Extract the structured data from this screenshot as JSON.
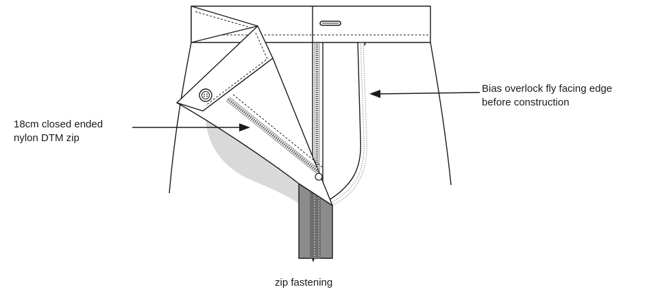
{
  "labels": {
    "bias_facing": [
      "Bias overlock fly facing edge",
      "before construction"
    ],
    "zip_spec": [
      "18cm closed ended",
      "nylon DTM zip"
    ],
    "zip_fastening": "zip fastening"
  },
  "colors": {
    "outline": "#1a1a1a",
    "fabric": "#ffffff",
    "shadow": "#d9d9d9",
    "zip_tape": "#8c8c8c",
    "zip_tape_dark": "#6e6e6e"
  }
}
